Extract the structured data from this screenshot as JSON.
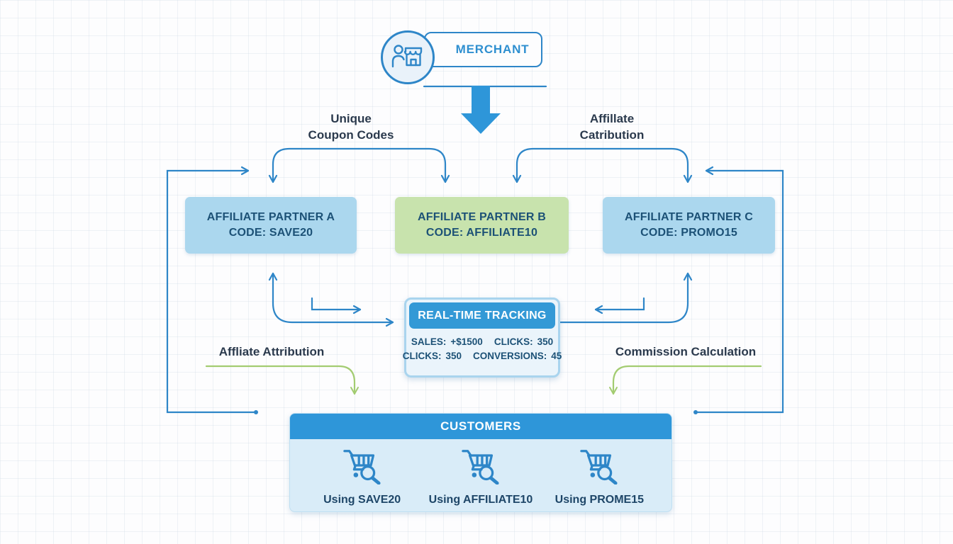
{
  "merchant": {
    "label": "MERCHANT"
  },
  "flow_labels": {
    "unique_coupon_codes_line1": "Unique",
    "unique_coupon_codes_line2": "Coupon Codes",
    "affiliate_catribution_line1": "Affillate",
    "affiliate_catribution_line2": "Catribution",
    "affiliate_attribution": "Affliate Attribution",
    "commission_calculation": "Commission Calculation"
  },
  "partners": [
    {
      "name": "AFFILIATE PARTNER A",
      "code": "CODE: SAVE20"
    },
    {
      "name": "AFFILIATE PARTNER B",
      "code": "CODE: AFFILIATE10"
    },
    {
      "name": "AFFILIATE PARTNER C",
      "code": "CODE: PROMO15"
    }
  ],
  "tracking": {
    "title": "REAL-TIME TRACKING",
    "stats": [
      {
        "label": "SALES:",
        "value": "+$1500"
      },
      {
        "label": "CLICKS:",
        "value": "350"
      },
      {
        "label": "CLICKS:",
        "value": "350"
      },
      {
        "label": "CONVERSIONS:",
        "value": "45"
      }
    ]
  },
  "customers": {
    "title": "CUSTOMERS",
    "items": [
      {
        "label": "Using SAVE20"
      },
      {
        "label": "Using AFFILIATE10"
      },
      {
        "label": "Using PROME15"
      }
    ]
  },
  "icons": {
    "merchant_icon": "person-storefront-icon",
    "customer_icon": "cart-search-icon"
  },
  "colors": {
    "accent_blue": "#2E86C8",
    "header_blue": "#2E96D9",
    "tracking_header_blue": "#3399D6",
    "partner_blue": "#ABD7EE",
    "partner_green": "#C8E3AD",
    "box_text": "#1C5176",
    "label_text": "#2B3A4D",
    "green_line": "#A3CC71"
  }
}
